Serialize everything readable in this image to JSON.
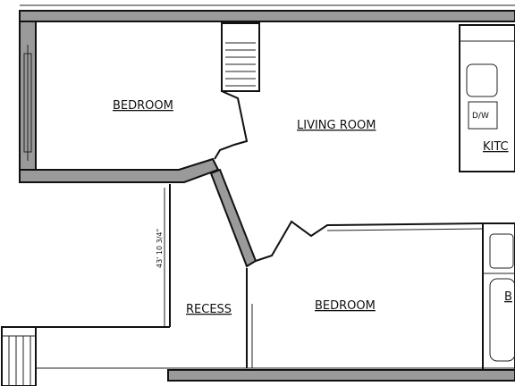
{
  "rooms": {
    "bedroom_top": "BEDROOM",
    "living": "LIVING ROOM",
    "kitchen": "KITC",
    "recess": "RECESS",
    "bedroom_bottom": "BEDROOM",
    "bath": "B"
  },
  "fixtures": {
    "dishwasher": "D/W"
  },
  "dimension_label": "43' 10 3/4\""
}
